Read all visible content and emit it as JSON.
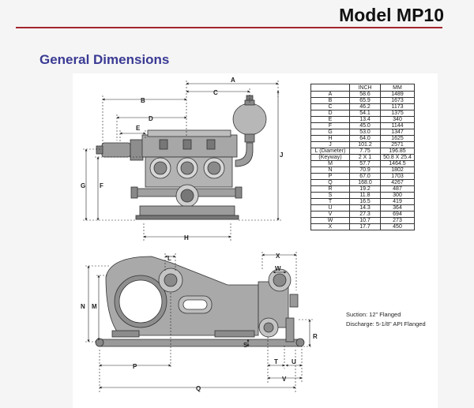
{
  "header": {
    "title": "Model MP10"
  },
  "section": {
    "title": "General Dimensions"
  },
  "table": {
    "columns": [
      "",
      "INCH",
      "MM"
    ],
    "rows": [
      [
        "A",
        "58.6",
        "1489"
      ],
      [
        "B",
        "65.9",
        "1673"
      ],
      [
        "C",
        "46.2",
        "1173"
      ],
      [
        "D",
        "54.1",
        "1375"
      ],
      [
        "E",
        "13.4",
        "340"
      ],
      [
        "F",
        "45.0",
        "1144"
      ],
      [
        "G",
        "53.0",
        "1347"
      ],
      [
        "H",
        "64.0",
        "1625"
      ],
      [
        "J",
        "101.2",
        "2571"
      ],
      [
        "L (Diameter)",
        "7.75",
        "196.85"
      ],
      [
        "(Keyway)",
        "2 X 1",
        "50.8 X 25.4"
      ],
      [
        "M",
        "57.7",
        "1464.5"
      ],
      [
        "N",
        "70.9",
        "1802"
      ],
      [
        "P",
        "67.0",
        "1703"
      ],
      [
        "Q",
        "168.0",
        "4267"
      ],
      [
        "R",
        "19.2",
        "487"
      ],
      [
        "S",
        "11.8",
        "300"
      ],
      [
        "T",
        "16.5",
        "419"
      ],
      [
        "U",
        "14.3",
        "364"
      ],
      [
        "V",
        "27.3",
        "694"
      ],
      [
        "W",
        "10.7",
        "273"
      ],
      [
        "X",
        "17.7",
        "450"
      ]
    ]
  },
  "notes": {
    "suction": "Suction:  12\" Flanged",
    "discharge": "Discharge:  5-1/8\" API Flanged"
  },
  "dim_labels": {
    "A": "A",
    "B": "B",
    "C": "C",
    "D": "D",
    "E": "E",
    "F": "F",
    "G": "G",
    "H": "H",
    "J": "J",
    "L": "L",
    "M": "M",
    "N": "N",
    "P": "P",
    "Q": "Q",
    "R": "R",
    "S": "S",
    "T": "T",
    "U": "U",
    "V": "V",
    "W": "W",
    "X": "X"
  }
}
